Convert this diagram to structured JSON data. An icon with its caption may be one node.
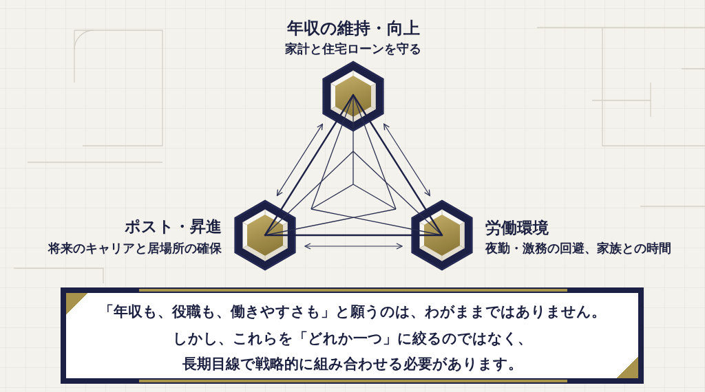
{
  "diagram": {
    "nodes": [
      {
        "text": [
          "年収の維持・向上",
          "家計と住宅ローンを守る"
        ]
      },
      {
        "text": [
          "ポスト・昇進",
          "将来のキャリアと居場所の確保"
        ]
      },
      {
        "text": [
          "労働環境",
          "夜勤・激務の回避、家族との時間"
        ]
      },
      {
        "text": [
          "**「年収も、役職も、働きやすさも」**と願うのは、わがままではありません。",
          "しかし、これらを**「どれか一つ」**に絞るのではなく、**長期目線で戦略的に組み合わせる**必要があります。"
        ]
      }
    ],
    "edges": [
      {
        "from": 0,
        "to": 1,
        "arrow": "both"
      },
      {
        "from": 2,
        "to": 0,
        "arrow": "both"
      },
      {
        "from": 1,
        "to": 2,
        "arrow": "both"
      }
    ]
  }
}
